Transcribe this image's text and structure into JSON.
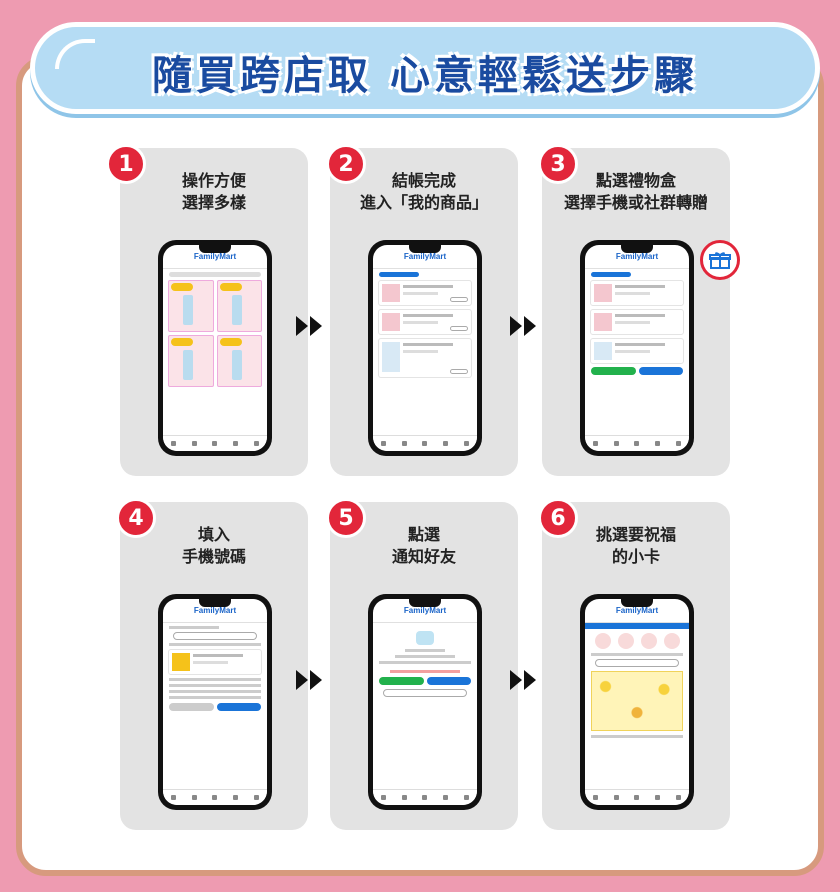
{
  "banner": {
    "title": "隨買跨店取 心意輕鬆送步驟"
  },
  "phone": {
    "logo": "FamilyMart"
  },
  "steps": [
    {
      "num": "1",
      "line1": "操作方便",
      "line2": "選擇多樣",
      "icon": "product-grid-screen"
    },
    {
      "num": "2",
      "line1": "結帳完成",
      "line2": "進入「我的商品」",
      "icon": "my-products-screen"
    },
    {
      "num": "3",
      "line1": "點選禮物盒",
      "line2": "選擇手機或社群轉贈",
      "icon": "gift-box-screen"
    },
    {
      "num": "4",
      "line1": "填入",
      "line2": "手機號碼",
      "icon": "phone-number-screen"
    },
    {
      "num": "5",
      "line1": "點選",
      "line2": "通知好友",
      "icon": "notify-friend-screen"
    },
    {
      "num": "6",
      "line1": "挑選要祝福",
      "line2": "的小卡",
      "icon": "greeting-card-screen"
    }
  ],
  "colors": {
    "background": "#ee9bb1",
    "banner": "#b5dcf4",
    "title": "#1a4ba0",
    "step": "#e2263a",
    "accent": "#1a74d8"
  }
}
